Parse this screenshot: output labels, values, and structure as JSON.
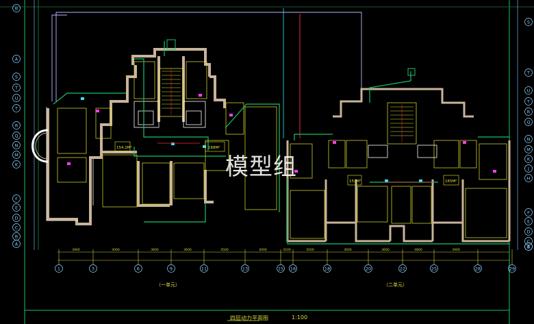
{
  "drawing": {
    "title": "四层动力平面图",
    "scale": "1:100",
    "watermark": "模型组",
    "units": [
      {
        "label": "（一单元）"
      },
      {
        "label": "（二单元）"
      }
    ],
    "axis_bottom": [
      "1",
      "3",
      "6",
      "9",
      "11",
      "13",
      "15",
      "16",
      "18",
      "20",
      "22",
      "25",
      "28",
      "29"
    ],
    "axis_left": [
      "B",
      "A",
      "S",
      "T",
      "U",
      "T",
      "R",
      "Q",
      "N",
      "M",
      "K",
      "F",
      "E",
      "D",
      "C",
      "B",
      "A"
    ],
    "axis_right": [
      "S",
      "T",
      "U",
      "T",
      "R",
      "Q",
      "N",
      "M",
      "K",
      "J",
      "H",
      "F",
      "E",
      "D",
      "C",
      "B",
      "A"
    ],
    "dimensions_bottom": [
      "3900",
      "4000",
      "3600",
      "3600",
      "4500",
      "4000",
      "4100",
      "4500",
      "3600",
      "3600",
      "4800",
      "3900"
    ],
    "room_area_labels": [
      "154.2M²",
      "168M²",
      "153M²",
      "165M²"
    ]
  },
  "colors": {
    "background": "#000000",
    "wall": "#c8b49a",
    "wall_outline": "#ffffff",
    "room_line": "#e8e830",
    "cable": "#19c36a",
    "axis_line": "#d8d83a",
    "grid_text": "#8fd0ff",
    "magenta": "#ff3ef2",
    "cyan": "#38e0f0",
    "red": "#ff2a2a"
  }
}
